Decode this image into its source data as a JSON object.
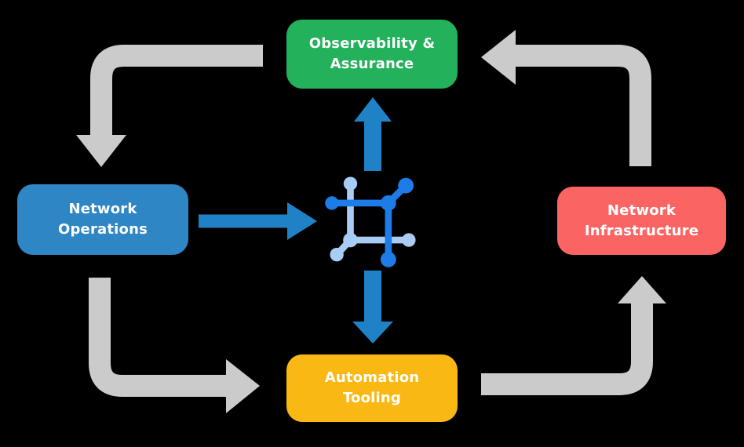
{
  "nodes": {
    "observability": {
      "label": "Observability &\nAssurance",
      "color": "#23B15B"
    },
    "operations": {
      "label": "Network\nOperations",
      "color": "#2E86C4"
    },
    "infrastructure": {
      "label": "Network\nInfrastructure",
      "color": "#FA6563"
    },
    "automation": {
      "label": "Automation\nTooling",
      "color": "#F9B814"
    }
  },
  "center_icon": {
    "name": "network-mesh-icon",
    "dark_blue": "#1E7CE8",
    "light_blue": "#A9CCF5"
  },
  "arrows": {
    "outer_cycle_color": "#CBCBCB",
    "inner_flow_color": "#1F82C6",
    "outer_cycle": [
      "observability-to-operations",
      "operations-to-automation",
      "automation-to-infrastructure",
      "infrastructure-to-observability"
    ],
    "inner_flows": [
      "operations-to-center",
      "center-to-observability",
      "center-to-automation"
    ]
  },
  "colors": {
    "background": "#000000",
    "observability-green": "#23B15B",
    "operations-blue": "#2E86C4",
    "infrastructure-red": "#FA6563",
    "automation-yellow": "#F9B814",
    "arrow-gray": "#CBCBCB",
    "arrow-blue": "#1F82C6",
    "icon-dark-blue": "#1E7CE8",
    "icon-light-blue": "#A9CCF5"
  }
}
